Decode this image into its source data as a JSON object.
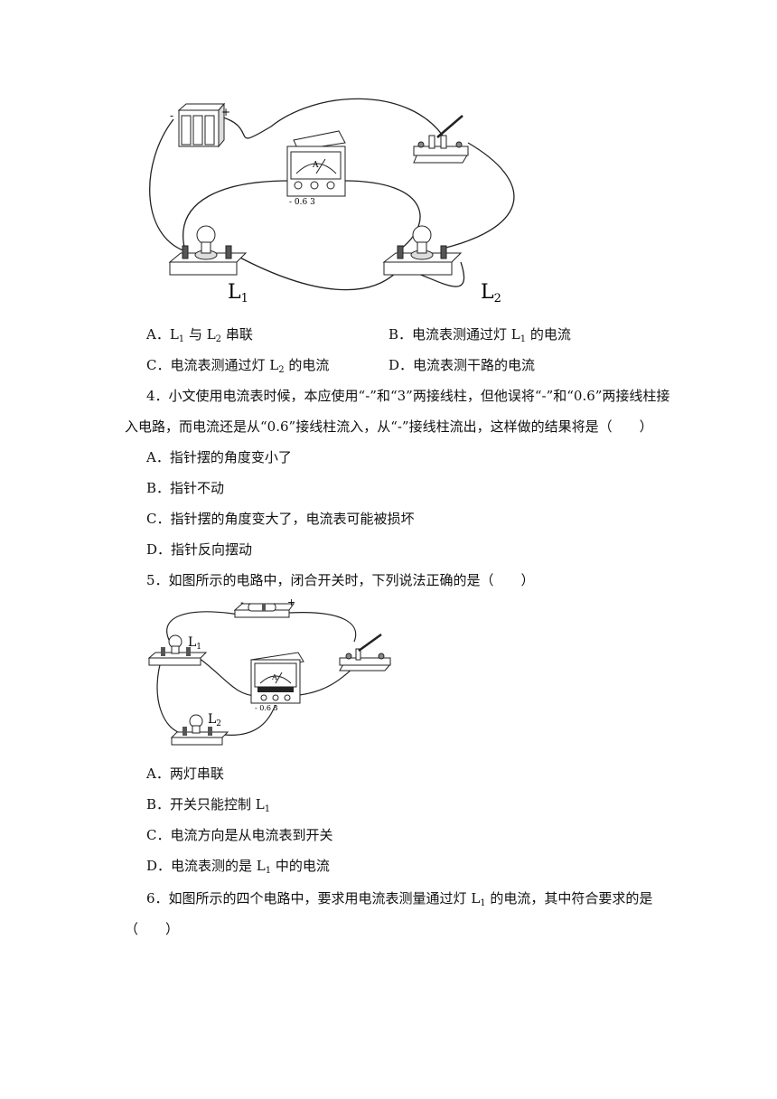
{
  "figure1": {
    "battery_minus": "-",
    "battery_plus": "+",
    "ammeter_letter": "A",
    "ammeter_terminals": "- 0.6  3",
    "lamp1_label": "L",
    "lamp1_sub": "1",
    "lamp2_label": "L",
    "lamp2_sub": "2"
  },
  "q3_options": {
    "a_pre": "A．L",
    "a_sub1": "1",
    "a_mid": " 与 L",
    "a_sub2": "2",
    "a_post": " 串联",
    "b_pre": "B．电流表测通过灯 L",
    "b_sub": "1",
    "b_post": " 的电流",
    "c_pre": "C．电流表测通过灯 L",
    "c_sub": "2",
    "c_post": " 的电流",
    "d": "D．电流表测干路的电流"
  },
  "q4": {
    "line1": "4．小文使用电流表时候，本应使用“-”和“3”两接线柱，但他误将“-”和“0.6”两接线柱接",
    "line2": "入电路，而电流还是从“0.6”接线柱流入，从“-”接线柱流出，这样做的结果将是（　　）",
    "a": "A．指针摆的角度变小了",
    "b": "B．指针不动",
    "c": "C．指针摆的角度变大了，电流表可能被损坏",
    "d": "D．指针反向摆动"
  },
  "q5": {
    "stem": "5．如图所示的电路中，闭合开关时，下列说法正确的是（　　）",
    "fig_minus": "-",
    "fig_plus": "+",
    "fig_ammeter_letter": "A",
    "fig_terminals": "- 0.6 3",
    "fig_l1": "L",
    "fig_l1_sub": "1",
    "fig_l2": "L",
    "fig_l2_sub": "2",
    "a": "A．两灯串联",
    "b_pre": "B．开关只能控制 L",
    "b_sub": "1",
    "c": "C．电流方向是从电流表到开关",
    "d_pre": "D．电流表测的是 L",
    "d_sub": "1",
    "d_post": " 中的电流"
  },
  "q6": {
    "line1_pre": "6．如图所示的四个电路中，要求用电流表测量通过灯 L",
    "line1_sub": "1",
    "line1_post": " 的电流，其中符合要求的是",
    "line2": "（　　）"
  }
}
